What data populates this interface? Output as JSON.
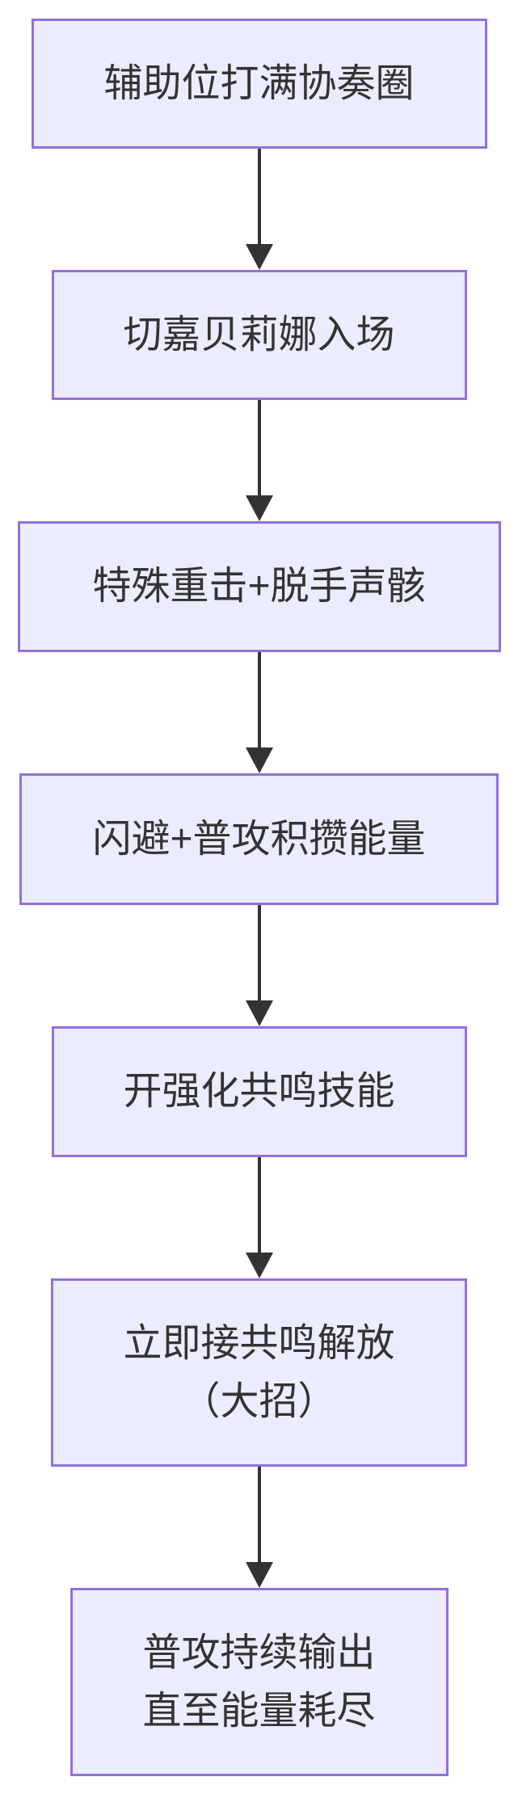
{
  "diagram": {
    "type": "flowchart-vertical",
    "colors": {
      "node_fill": "#ECECFF",
      "node_border": "#9370DB",
      "text": "#333333",
      "arrow": "#333333",
      "background": "#FFFFFF"
    },
    "nodes": [
      {
        "lines": [
          "辅助位打满协奏圈"
        ]
      },
      {
        "lines": [
          "切嘉贝莉娜入场"
        ]
      },
      {
        "lines": [
          "特殊重击+脱手声骸"
        ]
      },
      {
        "lines": [
          "闪避+普攻积攒能量"
        ]
      },
      {
        "lines": [
          "开强化共鸣技能"
        ]
      },
      {
        "lines": [
          "立即接共鸣解放",
          "（大招）"
        ]
      },
      {
        "lines": [
          "普攻持续输出",
          "直至能量耗尽"
        ]
      }
    ],
    "edges": [
      {
        "from": 0,
        "to": 1
      },
      {
        "from": 1,
        "to": 2
      },
      {
        "from": 2,
        "to": 3
      },
      {
        "from": 3,
        "to": 4
      },
      {
        "from": 4,
        "to": 5
      },
      {
        "from": 5,
        "to": 6
      }
    ]
  }
}
